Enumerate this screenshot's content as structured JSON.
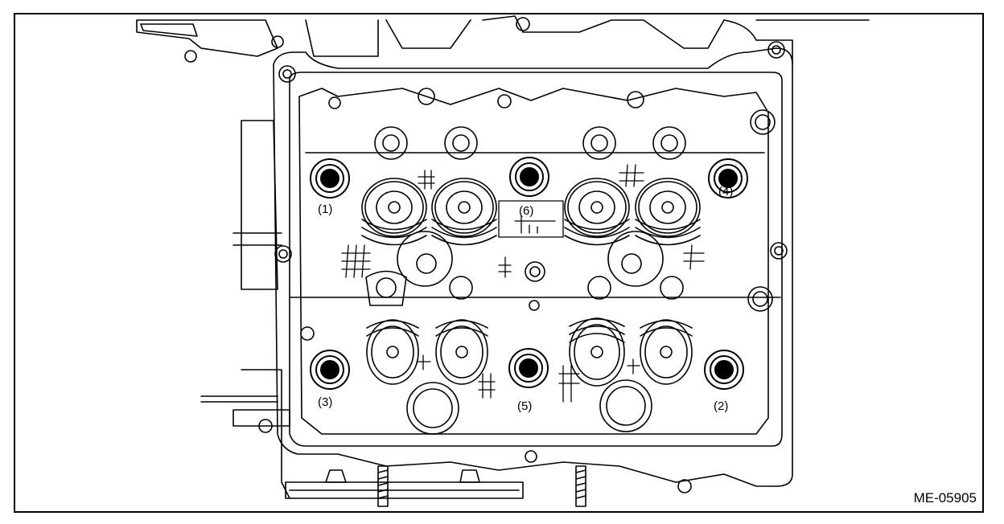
{
  "figure": {
    "code": "ME-05905",
    "bolt_labels": [
      {
        "id": "1",
        "text": "(1)"
      },
      {
        "id": "2",
        "text": "(2)"
      },
      {
        "id": "3",
        "text": "(3)"
      },
      {
        "id": "4",
        "text": "(4)"
      },
      {
        "id": "5",
        "text": "(5)"
      },
      {
        "id": "6",
        "text": "(6)"
      }
    ]
  },
  "colors": {
    "line": "#000000",
    "background": "#ffffff"
  }
}
